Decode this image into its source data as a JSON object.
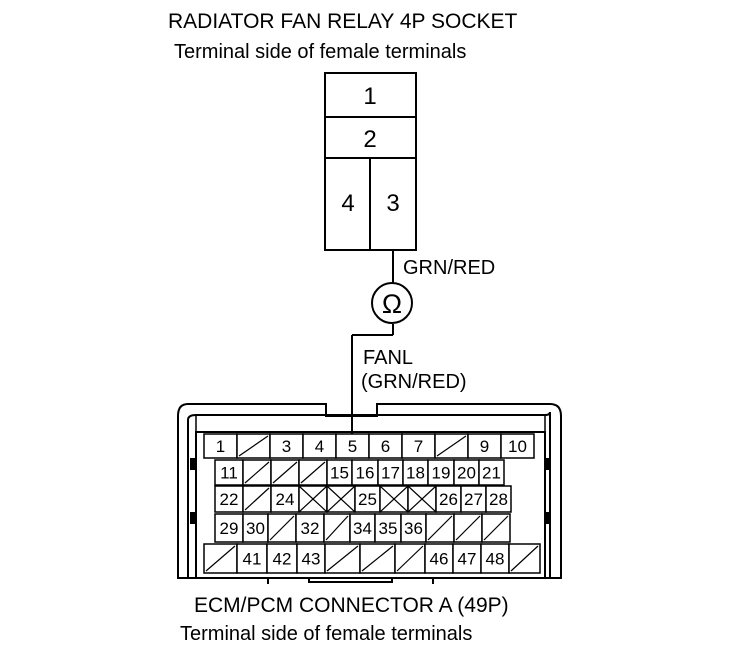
{
  "relay_socket": {
    "title": "RADIATOR FAN RELAY 4P SOCKET",
    "subtitle": "Terminal side of female terminals",
    "terminals": [
      "1",
      "2",
      "4",
      "3"
    ]
  },
  "wire_labels": {
    "relay_side": "GRN/RED",
    "ohmmeter_symbol": "Ω",
    "signal_name": "FANL",
    "signal_color": "(GRN/RED)"
  },
  "ecm_connector": {
    "title": "ECM/PCM CONNECTOR A (49P)",
    "subtitle": "Terminal side of female terminals",
    "rows": [
      [
        "1",
        "",
        "3",
        "4",
        "5",
        "6",
        "7",
        "",
        "9",
        "10"
      ],
      [
        "11",
        "",
        "",
        "",
        "15",
        "16",
        "17",
        "18",
        "19",
        "20",
        "21"
      ],
      [
        "22",
        "",
        "24",
        "",
        "",
        "25",
        "",
        "",
        "26",
        "27",
        "28"
      ],
      [
        "29",
        "30",
        "",
        "32",
        "",
        "34",
        "35",
        "36",
        "",
        "",
        ""
      ],
      [
        "",
        "41",
        "42",
        "43",
        "",
        "",
        "",
        "46",
        "47",
        "48",
        ""
      ]
    ],
    "highlighted_terminal": "5"
  },
  "colors": {
    "line": "#000000",
    "background": "#ffffff"
  }
}
